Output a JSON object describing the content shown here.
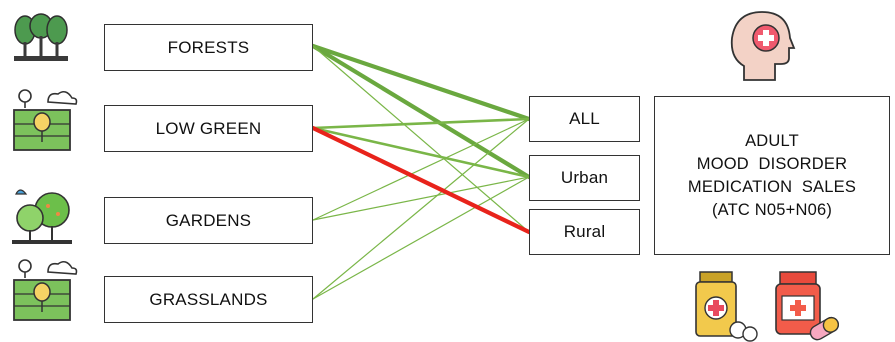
{
  "exposures": [
    {
      "label": "FORESTS",
      "icon": "forest-icon"
    },
    {
      "label": "LOW GREEN",
      "icon": "park-icon"
    },
    {
      "label": "GARDENS",
      "icon": "garden-icon"
    },
    {
      "label": "GRASSLANDS",
      "icon": "park-icon"
    }
  ],
  "groups": [
    "ALL",
    "Urban",
    "Rural"
  ],
  "outcome": {
    "lines": [
      "ADULT",
      "MOOD  DISORDER",
      "MEDICATION  SALES",
      "(ATC N05+N06)"
    ]
  },
  "icons": {
    "head": "head-medical-icon",
    "medicine": "medicine-bottle-icon",
    "pills": "pills-bottle-icon"
  },
  "colors": {
    "positive": "#7ab648",
    "negative": "#e8231b",
    "strong_positive": "#6aa83f"
  },
  "links": [
    {
      "from": "FORESTS",
      "to": "ALL",
      "strength": "strong",
      "color": "positive"
    },
    {
      "from": "FORESTS",
      "to": "Urban",
      "strength": "strong",
      "color": "positive"
    },
    {
      "from": "FORESTS",
      "to": "Rural",
      "strength": "weak",
      "color": "positive"
    },
    {
      "from": "LOW GREEN",
      "to": "ALL",
      "strength": "medium",
      "color": "positive"
    },
    {
      "from": "LOW GREEN",
      "to": "Urban",
      "strength": "medium",
      "color": "positive"
    },
    {
      "from": "LOW GREEN",
      "to": "Rural",
      "strength": "strong",
      "color": "negative"
    },
    {
      "from": "GARDENS",
      "to": "ALL",
      "strength": "weak",
      "color": "positive"
    },
    {
      "from": "GARDENS",
      "to": "Urban",
      "strength": "weak",
      "color": "positive"
    },
    {
      "from": "GRASSLANDS",
      "to": "ALL",
      "strength": "weak",
      "color": "positive"
    },
    {
      "from": "GRASSLANDS",
      "to": "Urban",
      "strength": "weak",
      "color": "positive"
    }
  ]
}
